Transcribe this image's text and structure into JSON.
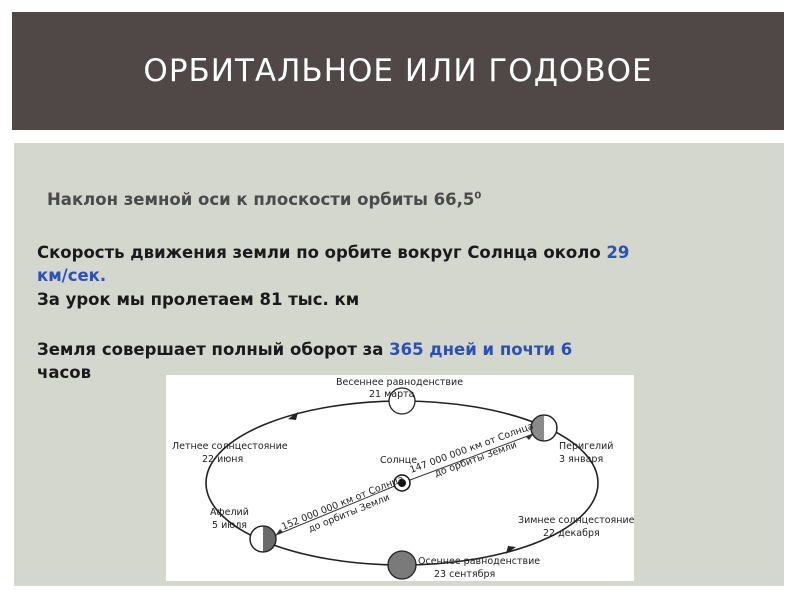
{
  "slide": {
    "title": "Орбитальное или годовое",
    "line1": {
      "text": "Наклон земной оси к плоскости орбиты 66,5",
      "superscript": "0"
    },
    "line2": {
      "prefix": "Скорость движения земли по орбите  вокруг Солнца около ",
      "highlight": "29",
      "unit": "км/сек."
    },
    "line3": "За урок мы пролетаем  81 тыс. км",
    "line4": {
      "prefix": "Земля совершает полный оборот  за ",
      "highlight": "365 дней и почти 6",
      "suffix": "часов"
    }
  },
  "diagram": {
    "vernal": {
      "name": "Весеннее равноденствие",
      "date": "21 марта"
    },
    "summer": {
      "name": "Летнее солнцестояние",
      "date": "22 июня"
    },
    "sun": "Солнце",
    "perihelion": {
      "name": "Перигелий",
      "date": "3 января"
    },
    "aphelion": {
      "name": "Афелий",
      "date": "5 июля"
    },
    "winter": {
      "name": "Зимнее солнцестояние",
      "date": "22 декабря"
    },
    "autumn": {
      "name": "Осеннее равноденствие",
      "date": "23 сентября"
    },
    "dist_perihelion": {
      "line1": "147 000 000 км от Солнца",
      "line2": "до орбиты Земли"
    },
    "dist_aphelion": {
      "line1": "152 000 000 км от Солнца",
      "line2": "до орбиты Земли"
    }
  },
  "colors": {
    "title_bg": "#4f4846",
    "panel_bg": "#d4d7cd",
    "highlight": "#2e4fb4"
  }
}
